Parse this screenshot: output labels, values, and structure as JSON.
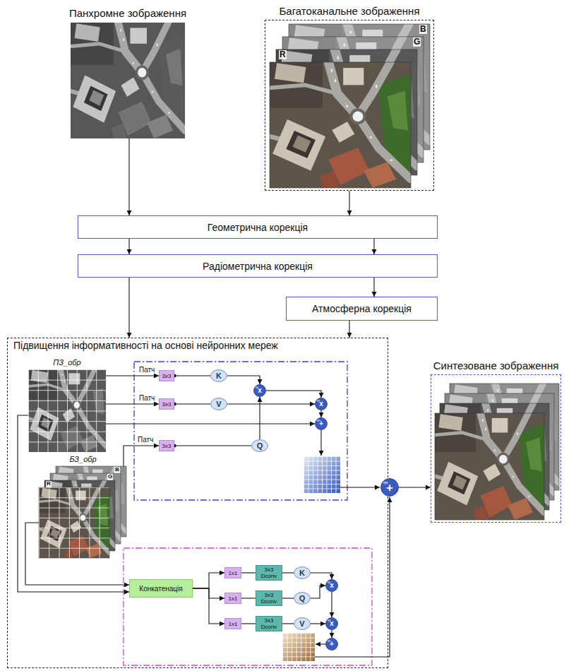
{
  "diagram": {
    "nodes": [
      {
        "text": [
          "Панхромне зображення"
        ]
      },
      {
        "text": [
          "Багатоканальне зображення"
        ]
      },
      {
        "text": [
          "Геометрична корекція"
        ]
      },
      {
        "text": [
          "Радіометрична корекція"
        ]
      },
      {
        "text": [
          "Атмосферна корекція"
        ]
      },
      {
        "text": [
          "Підвищення інформативності на основі нейронних мереж"
        ]
      },
      {
        "text": [
          "ПЗ_обр"
        ],
        "in": 5
      },
      {
        "text": [
          "БЗ_обр"
        ],
        "in": 5
      },
      {
        "text": [
          "3x3"
        ],
        "in": 5
      },
      {
        "text": [
          "K"
        ],
        "in": 5
      },
      {
        "text": [
          "3x3"
        ],
        "in": 5
      },
      {
        "text": [
          "V"
        ],
        "in": 5
      },
      {
        "text": [
          "3x3"
        ],
        "in": 5
      },
      {
        "text": [
          "Q"
        ],
        "in": 5
      },
      {
        "text": [
          "x"
        ],
        "in": 5
      },
      {
        "text": [
          "x"
        ],
        "in": 5
      },
      {
        "text": [
          "+"
        ],
        "in": 5
      },
      {
        "text": [
          "Конкатенація"
        ],
        "in": 5
      },
      {
        "text": [
          "1x1"
        ],
        "in": 5
      },
      {
        "text": [
          "3x3 Dconv"
        ],
        "in": 5
      },
      {
        "text": [
          "K"
        ],
        "in": 5
      },
      {
        "text": [
          "1x1"
        ],
        "in": 5
      },
      {
        "text": [
          "3x3 Dconv"
        ],
        "in": 5
      },
      {
        "text": [
          "Q"
        ],
        "in": 5
      },
      {
        "text": [
          "1x1"
        ],
        "in": 5
      },
      {
        "text": [
          "3x3 Dconv"
        ],
        "in": 5
      },
      {
        "text": [
          "V"
        ],
        "in": 5
      },
      {
        "text": [
          "x"
        ],
        "in": 5
      },
      {
        "text": [
          "x"
        ],
        "in": 5
      },
      {
        "text": [
          "+"
        ],
        "in": 5
      },
      {
        "text": [
          "+"
        ]
      },
      {
        "text": [
          "Синтезоване зображення"
        ]
      }
    ],
    "edges": [
      {
        "from": 0,
        "to": 2,
        "arrow": "to"
      },
      {
        "from": 1,
        "to": 2,
        "arrow": "to"
      },
      {
        "from": 2,
        "to": 3,
        "arrow": "to"
      },
      {
        "from": 2,
        "to": 3,
        "arrow": "to"
      },
      {
        "from": 3,
        "to": 5,
        "arrow": "to"
      },
      {
        "from": 3,
        "to": 4,
        "arrow": "to"
      },
      {
        "from": 4,
        "to": 5,
        "arrow": "to"
      },
      {
        "from": 6,
        "to": 8,
        "label": "Патч",
        "arrow": "to"
      },
      {
        "from": 6,
        "to": 10,
        "label": "Патч",
        "arrow": "to"
      },
      {
        "from": 7,
        "to": 12,
        "label": "Патч",
        "arrow": "to"
      },
      {
        "from": 8,
        "to": 9,
        "arrow": "none"
      },
      {
        "from": 10,
        "to": 11,
        "arrow": "none"
      },
      {
        "from": 12,
        "to": 13,
        "arrow": "none"
      },
      {
        "from": 9,
        "to": 14,
        "arrow": "to"
      },
      {
        "from": 13,
        "to": 14,
        "arrow": "to"
      },
      {
        "from": 14,
        "to": 15,
        "arrow": "to"
      },
      {
        "from": 11,
        "to": 15,
        "arrow": "to"
      },
      {
        "from": 15,
        "to": 16,
        "arrow": "to"
      },
      {
        "from": 6,
        "to": 16,
        "arrow": "to"
      },
      {
        "from": 6,
        "to": 17,
        "arrow": "to"
      },
      {
        "from": 7,
        "to": 17,
        "arrow": "to"
      },
      {
        "from": 17,
        "to": 18,
        "arrow": "to"
      },
      {
        "from": 17,
        "to": 21,
        "arrow": "to"
      },
      {
        "from": 17,
        "to": 24,
        "arrow": "to"
      },
      {
        "from": 18,
        "to": 19,
        "arrow": "none"
      },
      {
        "from": 19,
        "to": 20,
        "arrow": "none"
      },
      {
        "from": 21,
        "to": 22,
        "arrow": "none"
      },
      {
        "from": 22,
        "to": 23,
        "arrow": "none"
      },
      {
        "from": 24,
        "to": 25,
        "arrow": "none"
      },
      {
        "from": 25,
        "to": 26,
        "arrow": "none"
      },
      {
        "from": 20,
        "to": 27,
        "arrow": "to"
      },
      {
        "from": 23,
        "to": 27,
        "arrow": "to"
      },
      {
        "from": 27,
        "to": 28,
        "arrow": "to"
      },
      {
        "from": 26,
        "to": 28,
        "arrow": "to"
      },
      {
        "from": 28,
        "to": 29,
        "arrow": "to"
      },
      {
        "from": 30,
        "to": 31,
        "arrow": "to"
      }
    ],
    "labels": [
      "B",
      "G",
      "R",
      "B",
      "G",
      "R"
    ]
  }
}
